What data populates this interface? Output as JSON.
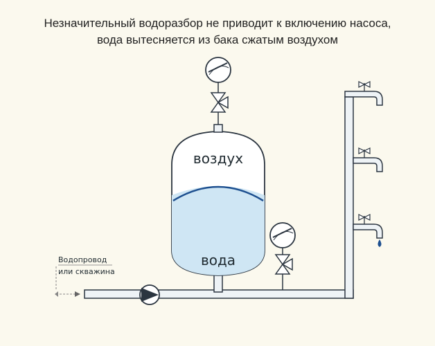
{
  "title": {
    "line1": "Незначительный водоразбор не приводит к включению насоса,",
    "line2": "вода вытесняется из бака сжатым воздухом"
  },
  "tank": {
    "air_label": "воздух",
    "water_label": "вода"
  },
  "inlet": {
    "line1": "Водопровод",
    "line2": "или скважина"
  },
  "colors": {
    "background": "#fbf9ee",
    "water": "#cfe6f4",
    "pipe": "#eef3f6",
    "outline": "#2b3540",
    "membrane": "#1d4f8f"
  }
}
